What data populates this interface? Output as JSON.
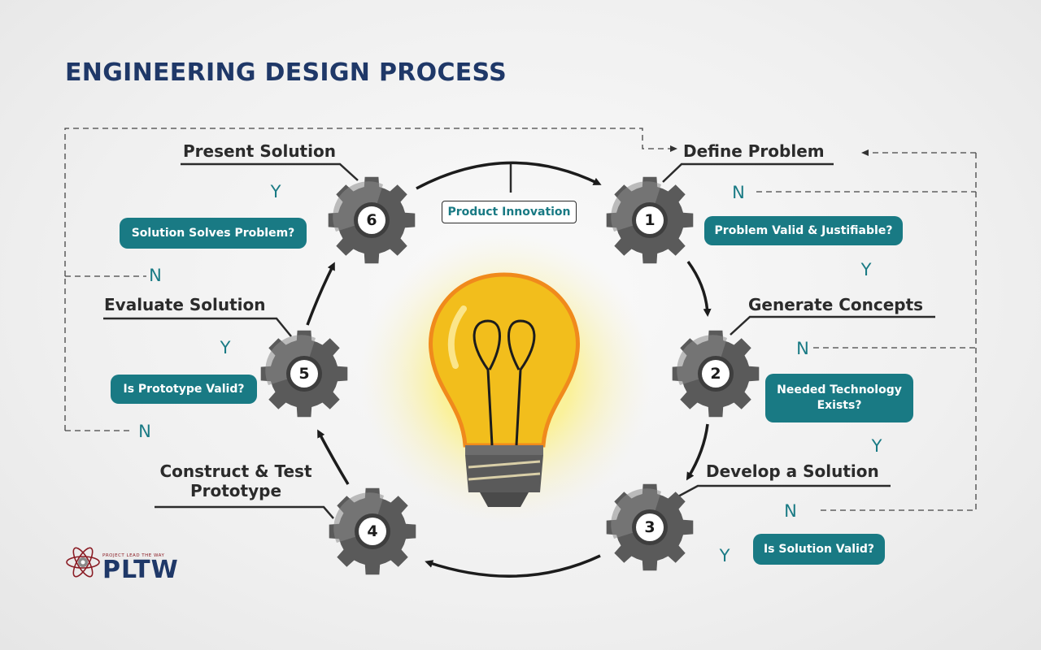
{
  "title": "ENGINEERING DESIGN PROCESS",
  "center_label": "Product Innovation",
  "colors": {
    "title": "#1f3868",
    "bubble": "#197a84",
    "gear": "#5a5a5a",
    "bulb": "#f2be1c",
    "arrow": "#1c1c1c"
  },
  "steps": [
    {
      "number": "1",
      "label": "Define Problem",
      "question": "Problem Valid & Justifiable?",
      "no": "N",
      "yes": "Y"
    },
    {
      "number": "2",
      "label": "Generate Concepts",
      "question": "Needed Technology Exists?",
      "no": "N",
      "yes": "Y"
    },
    {
      "number": "3",
      "label": "Develop a Solution",
      "question": "Is Solution Valid?",
      "no": "N",
      "yes": "Y"
    },
    {
      "number": "4",
      "label": "Construct & Test Prototype"
    },
    {
      "number": "5",
      "label": "Evaluate Solution",
      "question": "Is Prototype Valid?",
      "no": "N",
      "yes": "Y"
    },
    {
      "number": "6",
      "label": "Present Solution",
      "question": "Solution Solves Problem?",
      "no": "N",
      "yes": "Y"
    }
  ],
  "logo": {
    "tagline": "PROJECT LEAD THE WAY",
    "wordmark": "PLTW",
    "icon": "atom-gear-icon"
  },
  "icons": [
    "gear-icon",
    "lightbulb-icon",
    "arrow-icon",
    "atom-gear-icon"
  ]
}
